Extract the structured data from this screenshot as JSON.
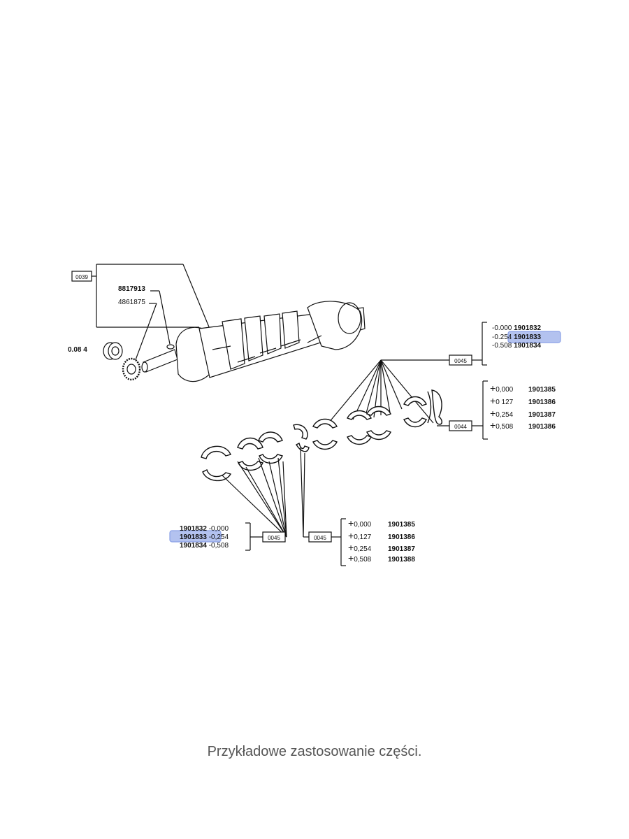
{
  "highlight_color": "#8aa1e6",
  "line_color": "#111111",
  "caption": "Przykładowe zastosowanie części.",
  "crankshaft": {
    "ref_box": "0039",
    "part_top": "8817913",
    "part_bottom": "4861875",
    "gear_value": "0.08 4"
  },
  "main_bearings": {
    "ref_box": "0045",
    "rows": [
      {
        "size": "-0.000",
        "part": "1901832"
      },
      {
        "size": "-0.254",
        "part": "1901833"
      },
      {
        "size": "-0.508",
        "part": "1901834"
      }
    ]
  },
  "thrust_washers_right": {
    "ref_box": "0044",
    "rows": [
      {
        "sign": "+",
        "size": "0,000",
        "part": "1901385"
      },
      {
        "sign": "+",
        "size": "0 127",
        "part": "1901386"
      },
      {
        "sign": "+",
        "size": "0,254",
        "part": "1901387"
      },
      {
        "sign": "+",
        "size": "0,508",
        "part": "1901386"
      }
    ]
  },
  "bottom_left_bearings": {
    "ref_box": "0045",
    "rows": [
      {
        "part": "1901832",
        "size": "-0,000"
      },
      {
        "part": "1901833",
        "size": "-0,254"
      },
      {
        "part": "1901834",
        "size": "-0,508"
      }
    ]
  },
  "bottom_right_washers": {
    "ref_box": "0045",
    "rows": [
      {
        "sign": "+",
        "size": "0,000",
        "part": "1901385"
      },
      {
        "sign": "+",
        "size": "0,127",
        "part": "1901386"
      },
      {
        "sign": "+",
        "size": "0,254",
        "part": "1901387"
      },
      {
        "sign": "+",
        "size": "0,508",
        "part": "1901388"
      }
    ]
  }
}
